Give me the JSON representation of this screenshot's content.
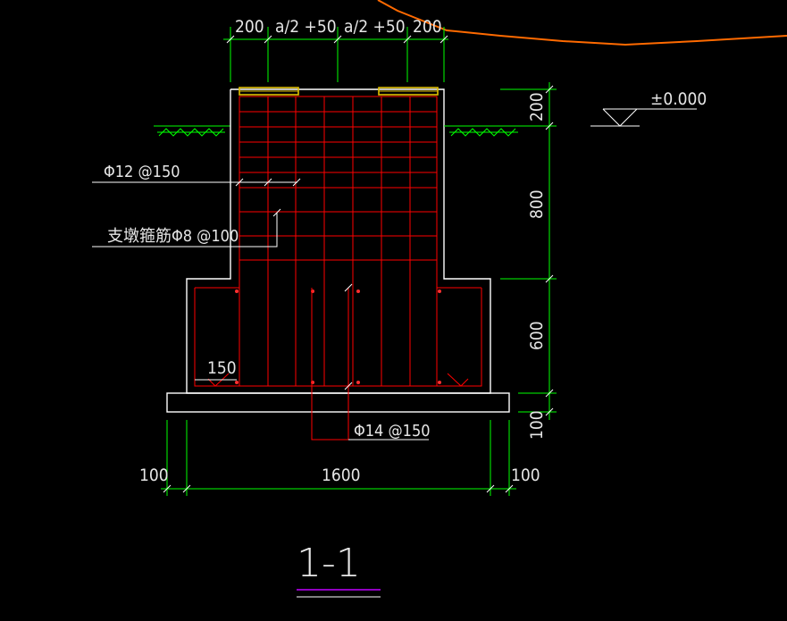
{
  "drawing": {
    "section_title": "1-1",
    "top_dims": [
      "200",
      "a/2 +50",
      "a/2 +50",
      "200"
    ],
    "right_dims": [
      "200",
      "800",
      "600",
      "100"
    ],
    "bottom_dims": [
      "100",
      "1600",
      "100"
    ],
    "inner_dim": "150",
    "elevation": "±0.000",
    "notes": {
      "rebar_top": "Φ12 @150",
      "stirrup": "支墩箍筋Φ8 @100",
      "rebar_bottom": "Φ14 @150"
    },
    "colors": {
      "background": "#000000",
      "outline": "#ffffff",
      "rebar": "#ff0000",
      "dimension": "#00ff00",
      "embed_plate": "#e0c000",
      "terrain": "#ff6a00",
      "title_underline": "#c000ff"
    }
  }
}
